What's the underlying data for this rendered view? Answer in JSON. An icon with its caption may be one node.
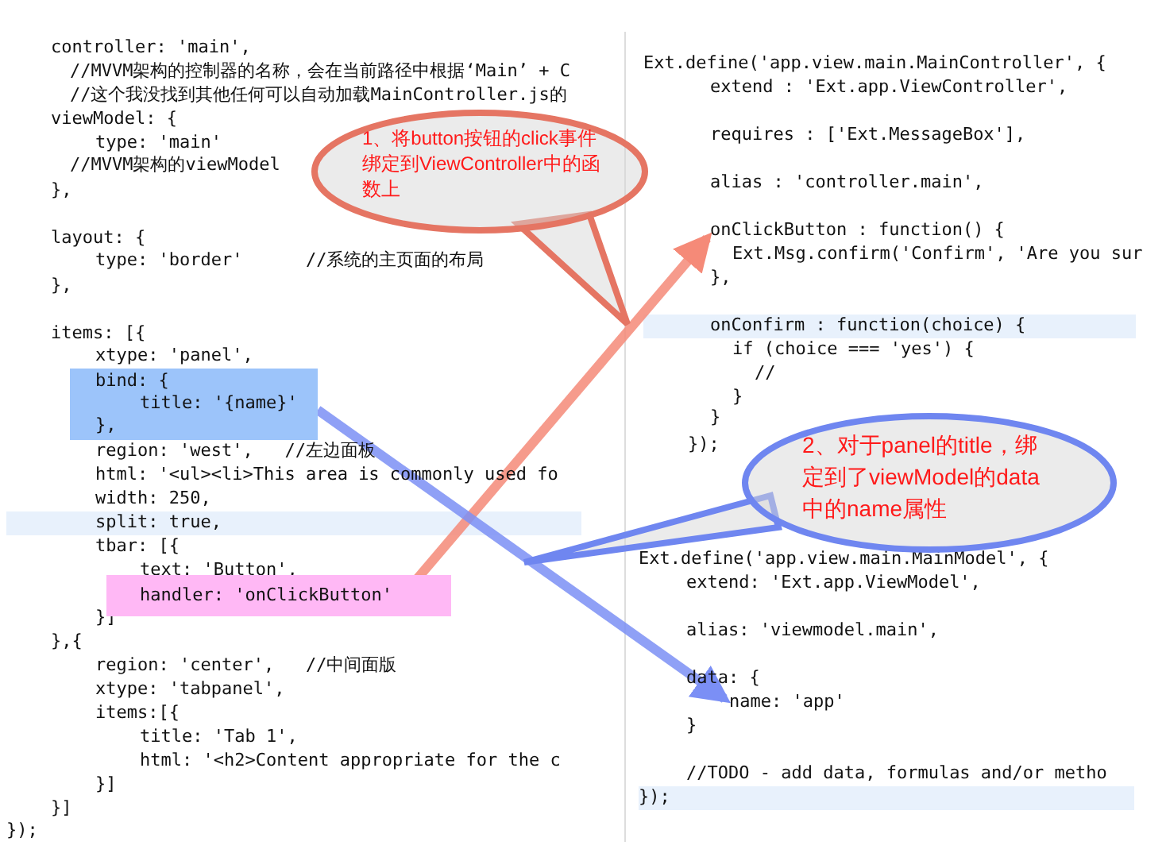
{
  "diagram": {
    "nodes": [
      {
        "text": [
          "1、将button按钮的click事件绑定到ViewController中的函数上"
        ]
      },
      {
        "text": [
          "2、对于panel的title，绑定到了viewModel的data中的name属性"
        ]
      },
      {
        "text": [
          "bind: {",
          "title: '{name}'",
          "},"
        ]
      },
      {
        "text": [
          "handler: 'onClickButton'"
        ]
      },
      {
        "text": [
          "onClickButton : function() {"
        ]
      },
      {
        "text": [
          "name: 'app'"
        ]
      }
    ],
    "edges": [
      {
        "from": 3,
        "to": 4,
        "arrow": "to",
        "color": "#f58a78"
      },
      {
        "from": 2,
        "to": 5,
        "arrow": "to",
        "color": "#7b8ff5"
      }
    ],
    "labels": [
      "controller: 'main',",
      "//MVVM架构的控制器的名称，会在当前路径中根据‘Main’ + C",
      "//这个我没找到其他任何可以自动加载MainController.js的",
      "viewModel: {",
      "type: 'main'",
      "//MVVM架构的viewModel",
      "},",
      "layout: {",
      "type: 'border'      //系统的主页面的布局",
      "},",
      "items: [{",
      "xtype: 'panel',",
      "region: 'west',   //左边面板",
      "html: '<ul><li>This area is commonly used fo",
      "width: 250,",
      "split: true,",
      "tbar: [{",
      "text: 'Button',",
      "}]",
      "},{",
      "region: 'center',   //中间面版",
      "xtype: 'tabpanel',",
      "items:[{",
      "title: 'Tab 1',",
      "html: '<h2>Content appropriate for the c",
      "}]",
      "}]",
      "});",
      "Ext.define('app.view.main.MainController', {",
      "extend : 'Ext.app.ViewController',",
      "requires : ['Ext.MessageBox'],",
      "alias : 'controller.main',",
      "Ext.Msg.confirm('Confirm', 'Are you sur",
      "},",
      "onConfirm : function(choice) {",
      "if (choice === 'yes') {",
      "//",
      "}",
      "}",
      "});",
      "Ext.define('app.view.main.MainModel', {",
      "extend: 'Ext.app.ViewModel',",
      "alias: 'viewmodel.main',",
      "data: {",
      "}",
      "//TODO - add data, formulas and/or metho",
      "});"
    ]
  }
}
